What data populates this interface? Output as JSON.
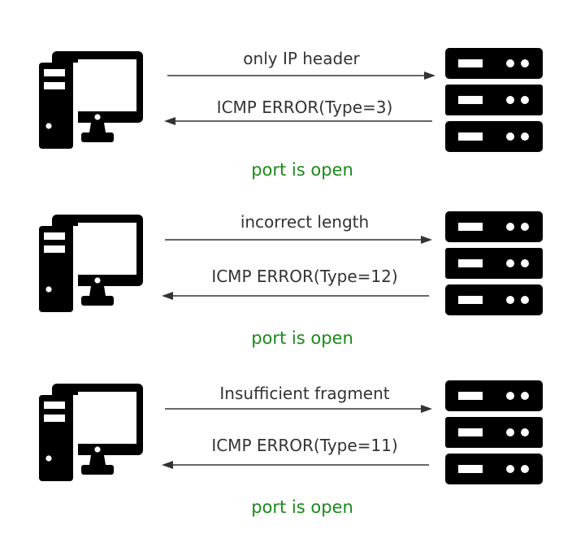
{
  "colors": {
    "icon": "#000000",
    "arrow": "#333333",
    "message_text": "#333333",
    "status_text": "#1a8a1a"
  },
  "icons": {
    "client": "desktop-computer-icon",
    "server": "server-rack-icon"
  },
  "exchanges": [
    {
      "request": "only IP header",
      "response": "ICMP ERROR(Type=3)",
      "result": "port is open"
    },
    {
      "request": "incorrect length",
      "response": "ICMP ERROR(Type=12)",
      "result": "port is open"
    },
    {
      "request": "Insufficient fragment",
      "response": "ICMP ERROR(Type=11)",
      "result": "port is open"
    }
  ]
}
